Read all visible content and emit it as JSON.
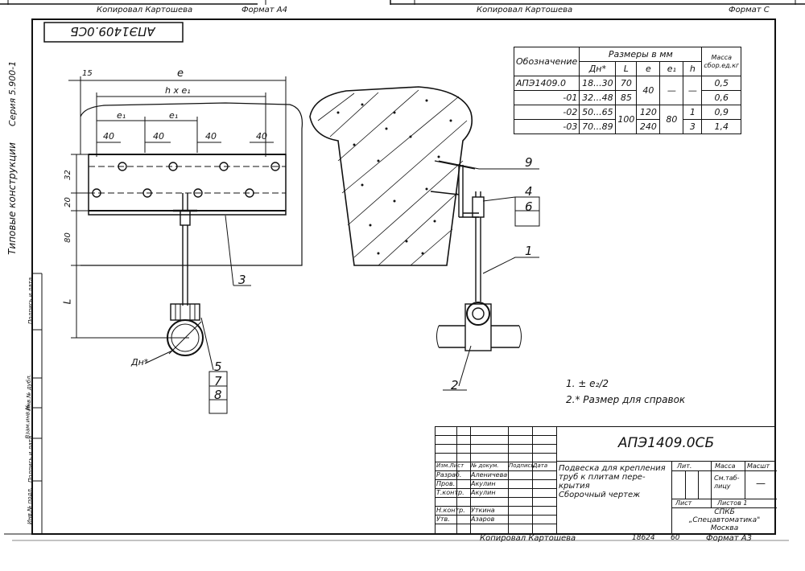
{
  "top_strip": {
    "left_text": "Копировал  Картошева",
    "left_format": "Формат А4",
    "right_text": "Копировал  Картошева",
    "right_format": "Формат С"
  },
  "drawing": {
    "rotated_code": "АПЭ1409.0СБ",
    "series_label": "Серия 5.900-1",
    "side_label": "Типовые конструкции",
    "dims": {
      "e": "е",
      "n_e1": "h x e₁",
      "e1_a": "e₁",
      "e1_b": "e₁",
      "d15": "15",
      "d40a": "40",
      "d40b": "40",
      "d40c": "40",
      "d40d": "40",
      "d32": "32",
      "d20": "20",
      "d80": "80",
      "dL": "L",
      "dn": "Дн*"
    },
    "callouts": [
      "9",
      "4",
      "6",
      "1",
      "3",
      "2",
      "5",
      "7",
      "8"
    ],
    "notes": [
      "1. ± e₂/2",
      "2.* Размер для справок"
    ]
  },
  "spec_table": {
    "header_group": "Размеры в мм",
    "mass_header": "Масса сбор.ед.кг",
    "columns": [
      "Обозначение",
      "Дн*",
      "L",
      "е",
      "e₁",
      "h"
    ],
    "rows": [
      {
        "code": "АПЭ1409.0",
        "dn": "18...30",
        "L": "70",
        "e": "40",
        "e1": "—",
        "h": "—",
        "mass": "0,5"
      },
      {
        "code": "-01",
        "dn": "32...48",
        "L": "85",
        "e": "",
        "e1": "",
        "h": "",
        "mass": "0,6"
      },
      {
        "code": "-02",
        "dn": "50...65",
        "L": "100",
        "e": "120",
        "e1": "80",
        "h": "1",
        "mass": "0,9"
      },
      {
        "code": "-03",
        "dn": "70...89",
        "L": "",
        "e": "240",
        "e1": "",
        "h": "3",
        "mass": "1,4"
      }
    ]
  },
  "title_block": {
    "designation": "АПЭ1409.0СБ",
    "title_line1": "Подвеска для крепления",
    "title_line2": "труб к плитам пере-",
    "title_line3": "крытия",
    "title_line4": "Сборочный чертеж",
    "lit": "Лит.",
    "mass": "Масса",
    "scale": "Масшт",
    "mass_value": "См.таб-лицу",
    "scale_value": "—",
    "sheet": "Лист",
    "sheets": "Листов 1",
    "org1": "СПКБ",
    "org2": "„Спецавтоматика\"",
    "org3": "Москва",
    "rows": [
      {
        "role": "Изм.Лист",
        "name": "№ докум.",
        "sign": "Подпись",
        "date": "Дата"
      },
      {
        "role": "Разраб.",
        "name": "Аленичева"
      },
      {
        "role": "Пров.",
        "name": "Акулин"
      },
      {
        "role": "Т.контр.",
        "name": "Акулин"
      },
      {
        "role": "Н.контр.",
        "name": "Уткина"
      },
      {
        "role": "Утв.",
        "name": "Азаров"
      }
    ]
  },
  "bottom_strip": {
    "copied": "Копировал  Картошева",
    "num1": "18624",
    "num2": "60",
    "format": "Формат А3"
  },
  "left_stamp": [
    "Инв.№ подл.",
    "Подпись и дата",
    "Взам.инв.№",
    "Инв.№ дубл.",
    "Подпись и дата"
  ]
}
